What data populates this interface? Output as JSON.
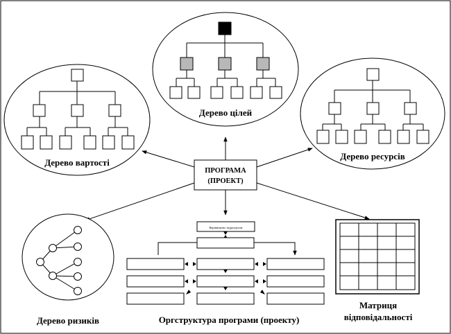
{
  "center": {
    "line1": "ПРОГРАМА",
    "line2": "(ПРОЕКТ)"
  },
  "labels": {
    "goals_tree": "Дерево цілей",
    "cost_tree": "Дерево вартості",
    "resource_tree": "Дерево ресурсів",
    "risk_tree": "Дерево ризиків",
    "org_structure": "Оргструктура  програми (проекту)",
    "matrix_line1": "Матриця",
    "matrix_line2": "відповідальності"
  },
  "org_top_box": "Керівництво підрозділом",
  "colors": {
    "black": "#000000",
    "grey": "#b8b8b8",
    "white": "#ffffff"
  }
}
